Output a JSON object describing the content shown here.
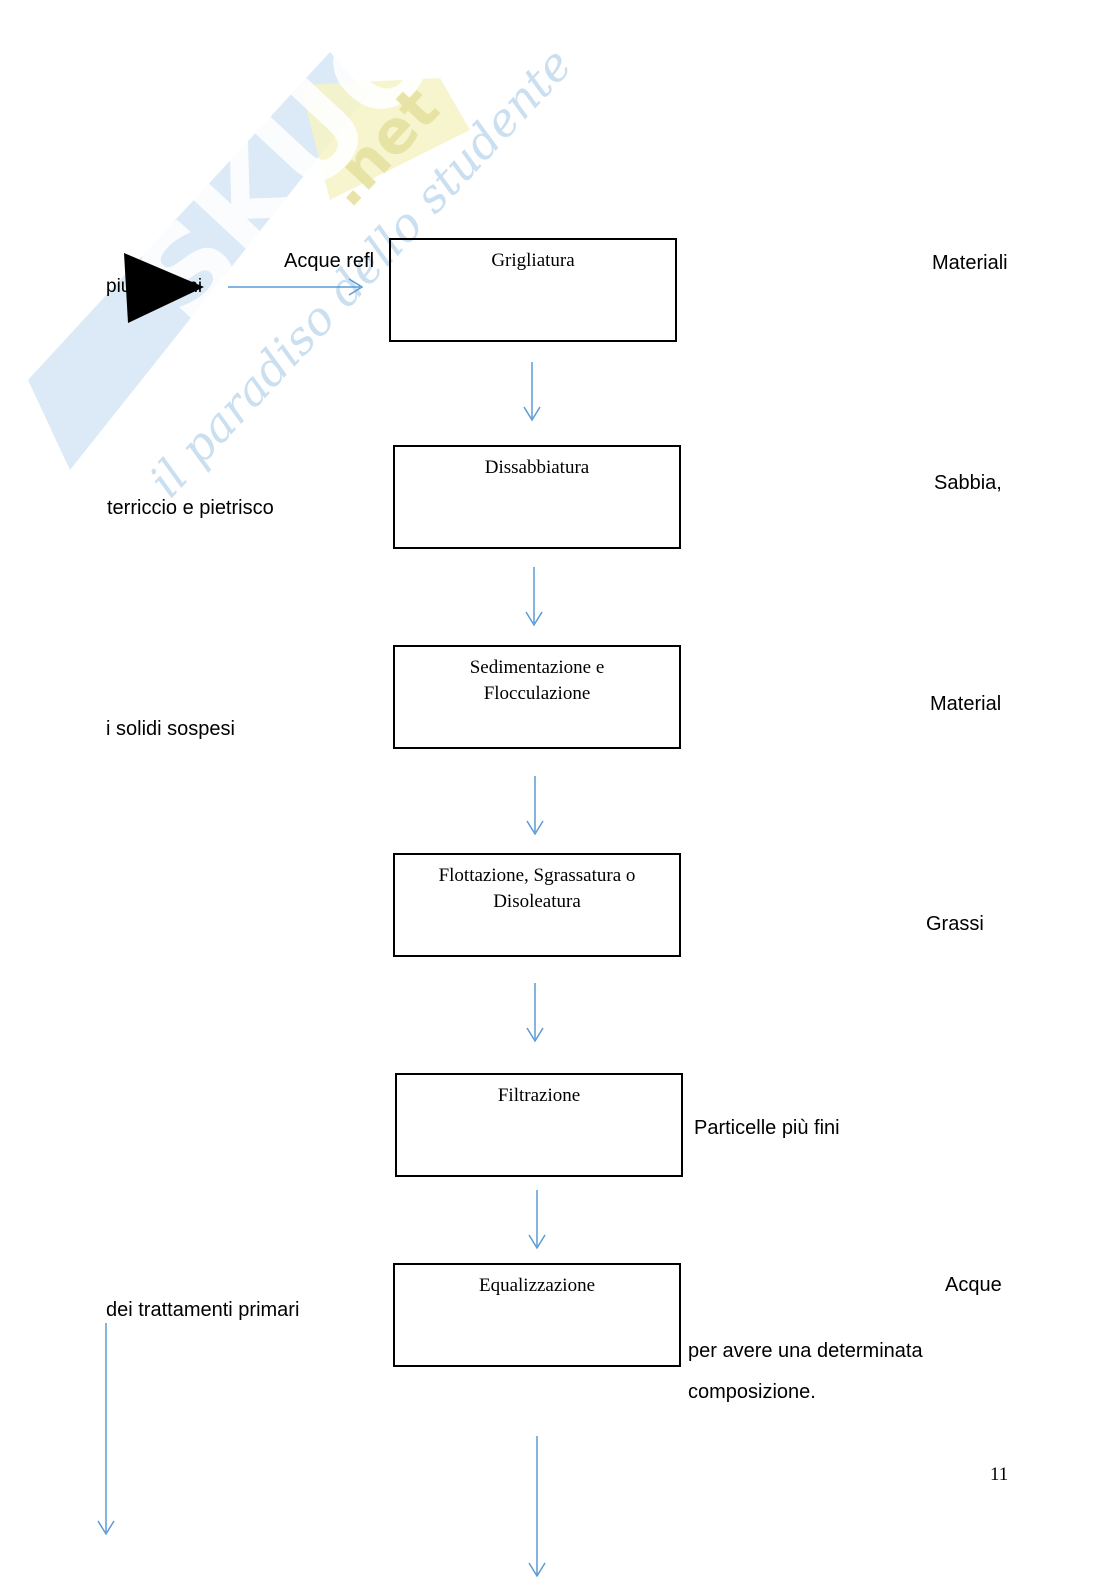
{
  "watermark": {
    "brand": "Skuola.net",
    "tagline": "il paradiso dello studente"
  },
  "steps": {
    "grigliatura": "Grigliatura",
    "dissabbiatura": "Dissabbiatura",
    "sedimentazione_1": "Sedimentazione e",
    "sedimentazione_2": "Flocculazione",
    "flottazione_1": "Flottazione, Sgrassatura o",
    "flottazione_2": "Disoleatura",
    "filtrazione": "Filtrazione",
    "equalizzazione": "Equalizzazione"
  },
  "left_labels": {
    "acque_refl": "Acque refl",
    "piu_solani": "piu    solani",
    "terriccio": "terriccio e pietrisco",
    "solidi": "i solidi sospesi",
    "trattamenti": "dei trattamenti primari"
  },
  "right_labels": {
    "materiali": "Materiali",
    "sabbia": "Sabbia,",
    "material": "Material",
    "grassi": "Grassi",
    "particelle": "Particelle più fini",
    "acque": "Acque",
    "per_avere": "per avere una determinata",
    "composizione": "composizione."
  },
  "page_number": "11",
  "colors": {
    "arrow": "#5b9bd5",
    "box_border": "#000000"
  }
}
